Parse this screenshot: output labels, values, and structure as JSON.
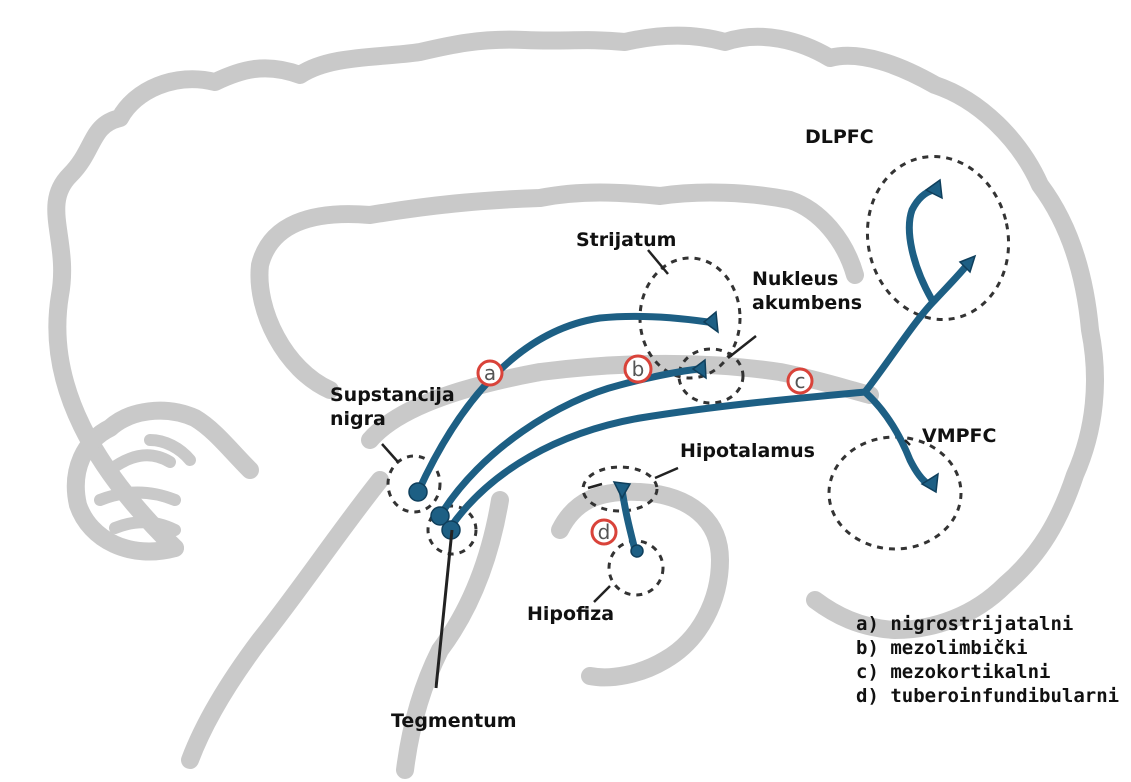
{
  "labels": {
    "dlpfc": "DLPFC",
    "strijatum": "Strijatum",
    "nukleus_1": "Nukleus",
    "nukleus_2": "akumbens",
    "supstancija_1": "Supstancija",
    "supstancija_2": "nigra",
    "vmpfc": "VMPFC",
    "hipotalamus": "Hipotalamus",
    "hipofiza": "Hipofiza",
    "tegmentum": "Tegmentum"
  },
  "markers": {
    "a": "a",
    "b": "b",
    "c": "c",
    "d": "d"
  },
  "legend": [
    "a) nigrostrijatalni",
    "b) mezolimbički",
    "c) mezokortikalni",
    "d) tuberoinfundibularni"
  ],
  "colors": {
    "pathway": "#1d5f84",
    "brain_outline": "#c9c9c9",
    "marker_ring": "#d9433a"
  }
}
